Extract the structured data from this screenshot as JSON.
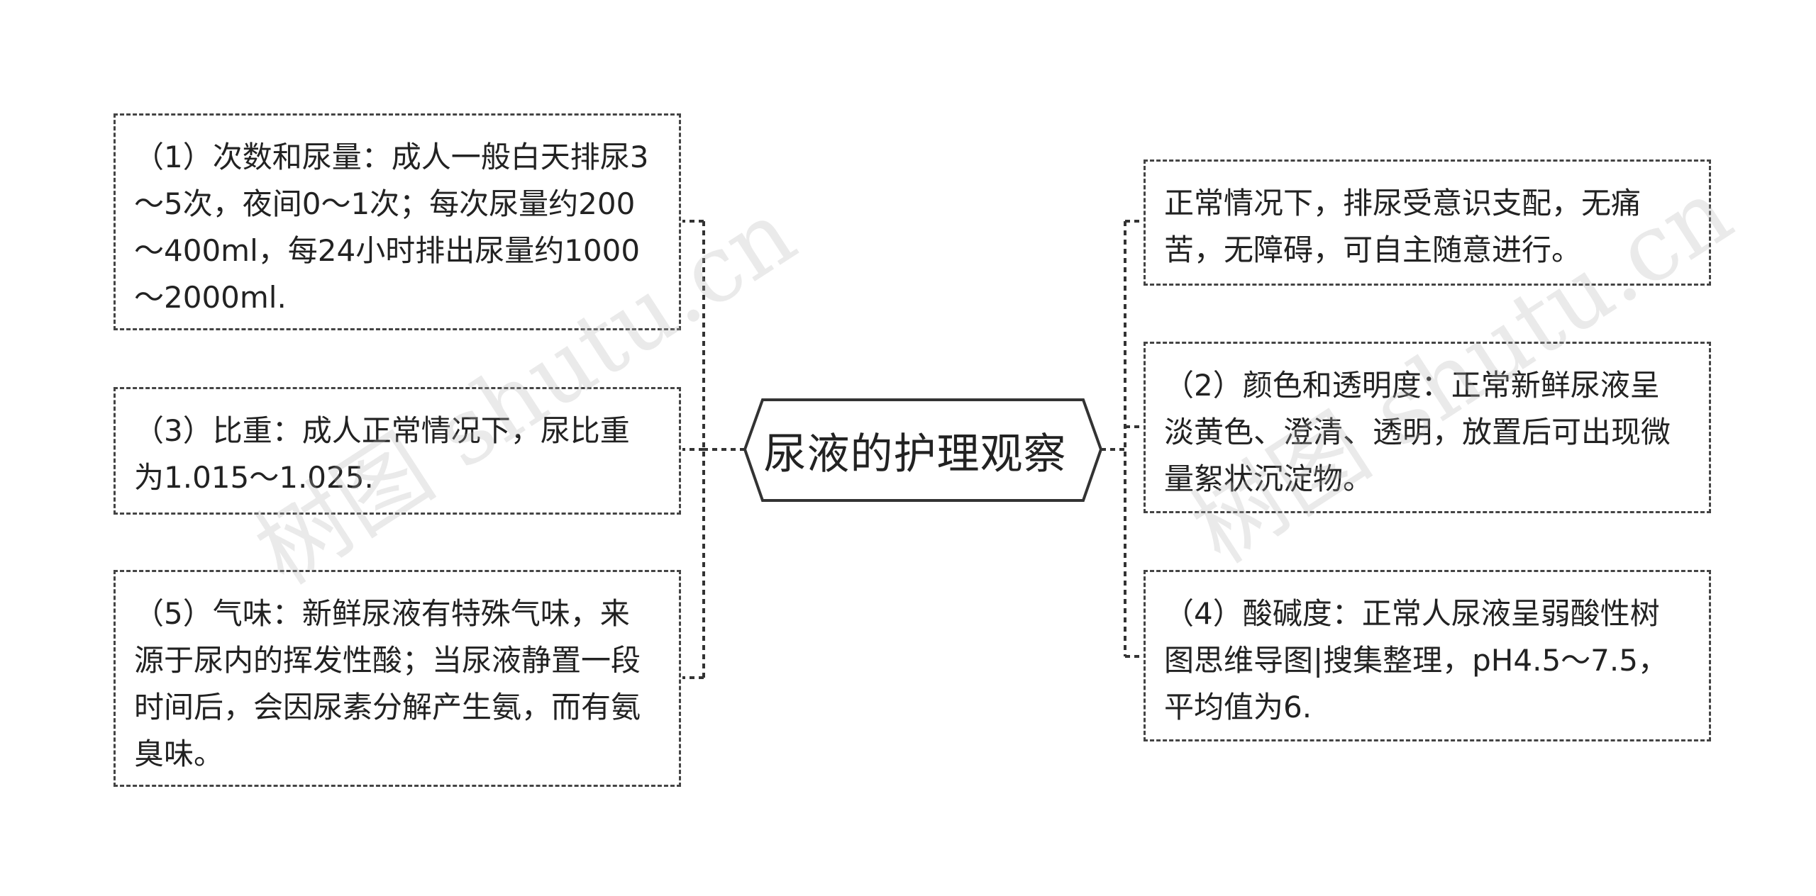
{
  "center": {
    "title": "尿液的护理观察"
  },
  "left_nodes": [
    {
      "text": "（1）次数和尿量：成人一般白天排尿3～5次，夜间0～1次；每次尿量约200～400ml，每24小时排出尿量约1000～2000ml."
    },
    {
      "text": "（3）比重：成人正常情况下，尿比重为1.015～1.025."
    },
    {
      "text": "（5）气味：新鲜尿液有特殊气味，来源于尿内的挥发性酸；当尿液静置一段时间后，会因尿素分解产生氨，而有氨臭味。"
    }
  ],
  "right_nodes": [
    {
      "text": "正常情况下，排尿受意识支配，无痛苦，无障碍，可自主随意进行。"
    },
    {
      "text": "（2）颜色和透明度：正常新鲜尿液呈淡黄色、澄清、透明，放置后可出现微量絮状沉淀物。"
    },
    {
      "text": "（4）酸碱度：正常人尿液呈弱酸性树图思维导图|搜集整理，pH4.5～7.5，平均值为6."
    }
  ],
  "watermark": {
    "text": "树图 shutu.cn"
  },
  "colors": {
    "line": "#333333",
    "border": "#444444",
    "text": "#222222",
    "watermark": "#b4b4b4"
  }
}
